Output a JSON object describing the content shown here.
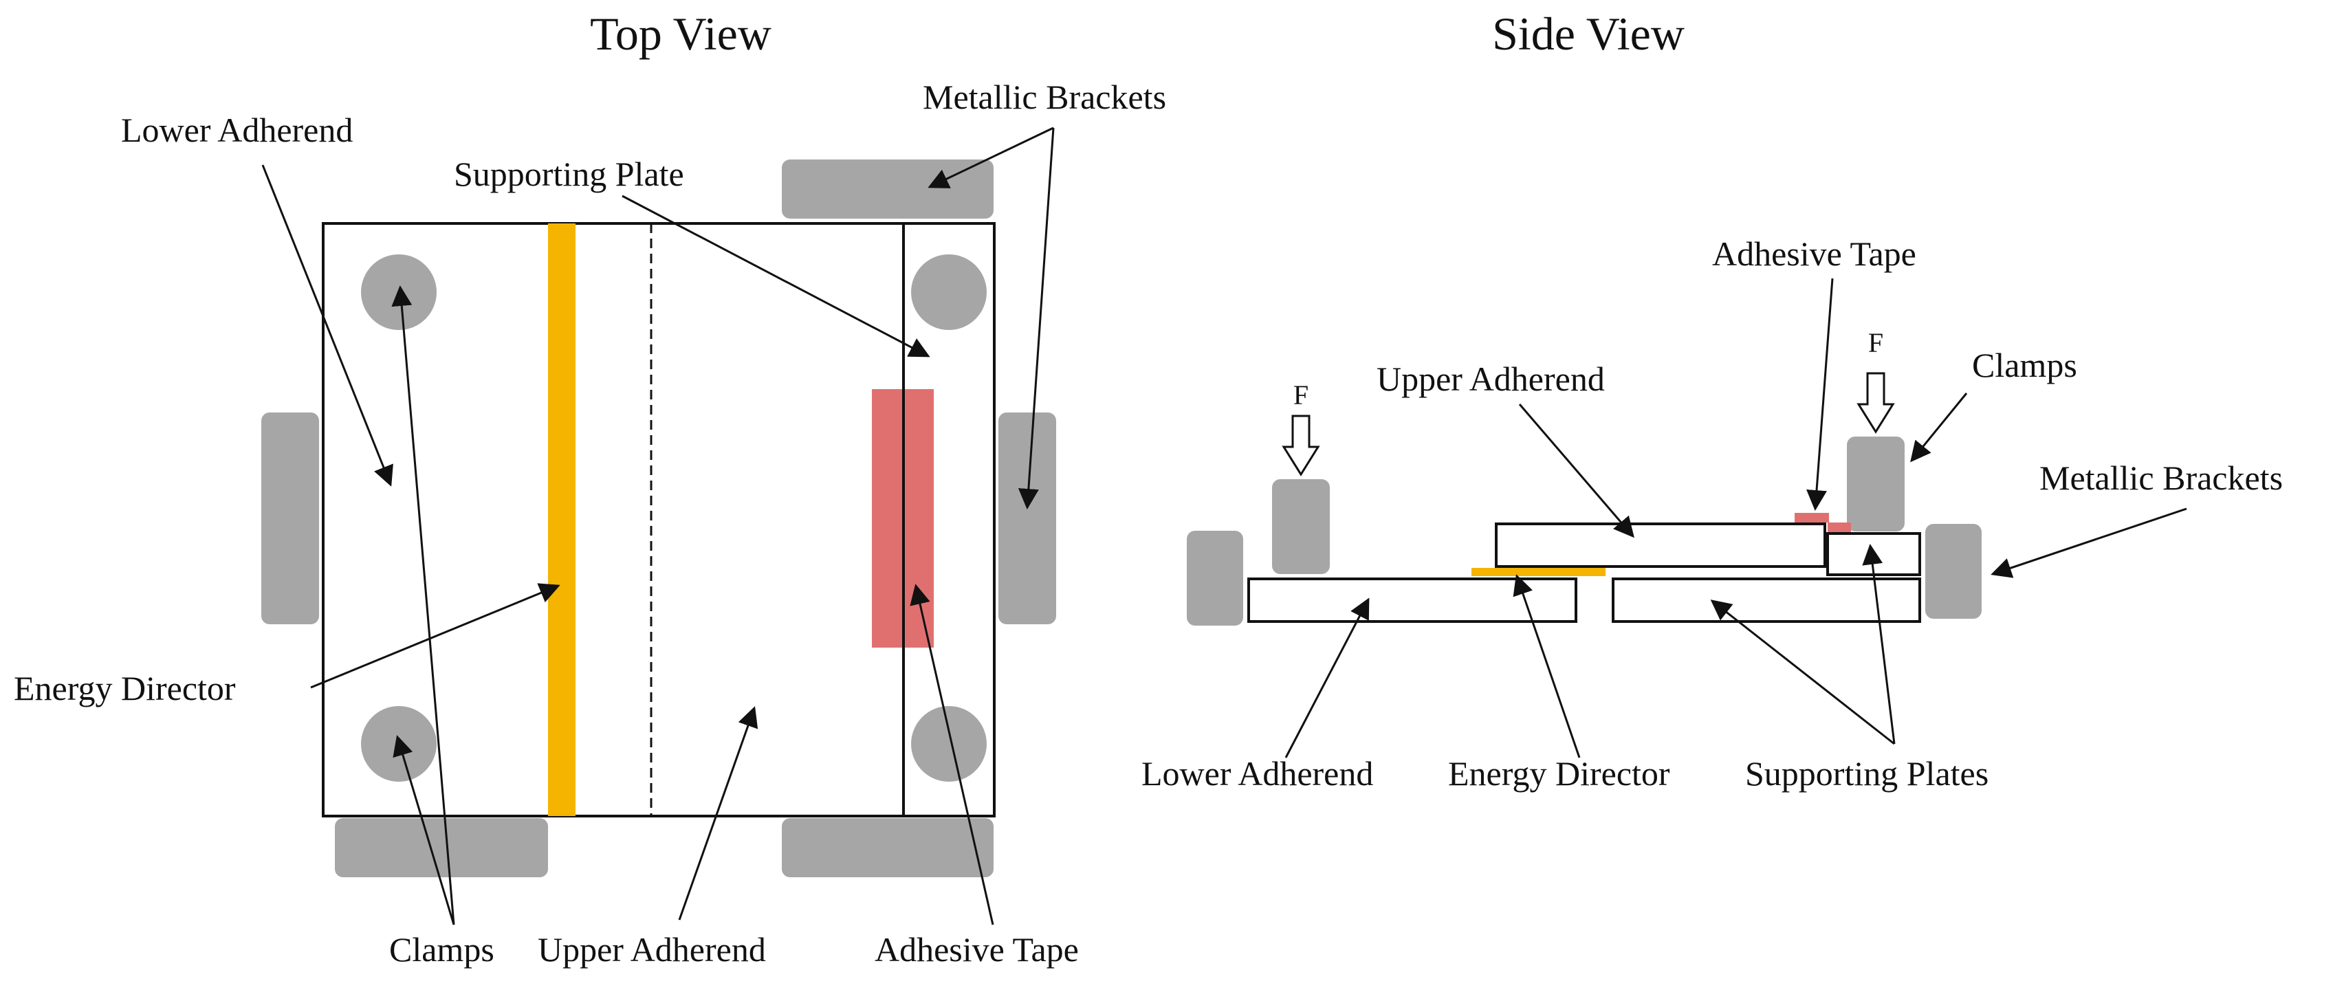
{
  "titles": {
    "top_view": "Top View",
    "side_view": "Side View"
  },
  "top_view_labels": {
    "lower_adherend": "Lower Adherend",
    "supporting_plate": "Supporting Plate",
    "metallic_brackets": "Metallic Brackets",
    "energy_director": "Energy Director",
    "clamps": "Clamps",
    "upper_adherend": "Upper Adherend",
    "adhesive_tape": "Adhesive Tape"
  },
  "side_view_labels": {
    "adhesive_tape": "Adhesive Tape",
    "clamps": "Clamps",
    "upper_adherend": "Upper Adherend",
    "metallic_brackets": "Metallic Brackets",
    "lower_adherend": "Lower Adherend",
    "energy_director": "Energy Director",
    "supporting_plates": "Supporting Plates",
    "force_left": "F",
    "force_right": "F"
  },
  "colors": {
    "energy_director": "#f5b400",
    "adhesive_tape": "#e07070",
    "clamp_bracket_grey": "#a6a6a6",
    "outline": "#111111"
  }
}
